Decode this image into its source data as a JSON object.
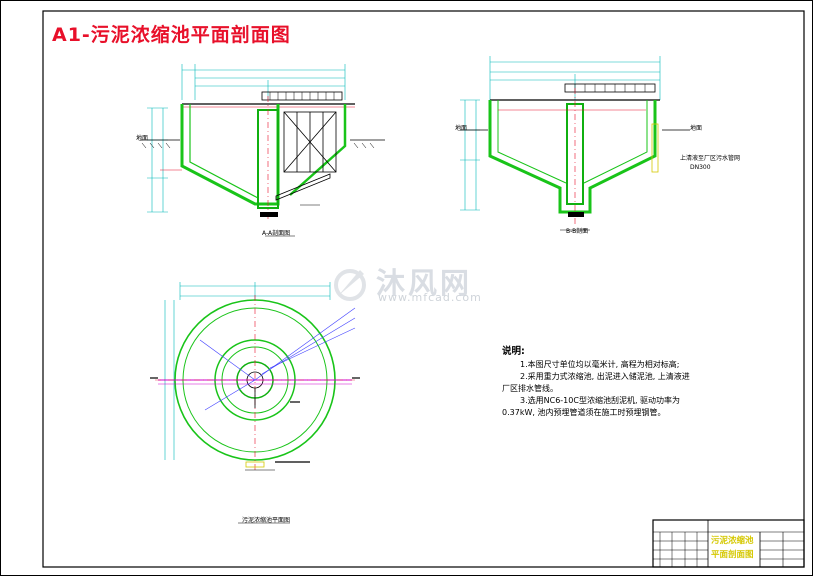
{
  "title": "A1-污泥浓缩池平面剖面图",
  "notes": {
    "heading": "说明:",
    "lines": [
      "1.本图尺寸单位均以毫米计, 高程为相对标高;",
      "2.采用重力式浓缩池, 出泥进入储泥池, 上清液进",
      "厂区排水管线。",
      "3.选用NC6-10C型浓缩池刮泥机, 驱动功率为",
      "0.37kW, 池内预埋管道须在施工时预埋钢管。"
    ]
  },
  "section_labels": {
    "section_a": "A-A剖面图",
    "section_b": "B-B剖面",
    "plan": "污泥浓缩池平面图"
  },
  "side_labels": {
    "supernatant": "上清液至厂区污水管网",
    "pipe": "DN300",
    "ground_left": "地面",
    "ground_mid": "地面",
    "ground_right": "地面"
  },
  "title_block": {
    "drawing_name_line1": "污泥浓缩池",
    "drawing_name_line2": "平面剖面图"
  },
  "watermark": {
    "brand": "沐风网",
    "url": "www.mfcad.com"
  },
  "colors": {
    "title": "#e8102a",
    "wall": "#19c419",
    "concrete": "#10b010",
    "dimension": "#00b8b8",
    "leader": "#4040ff",
    "pipe": "#d000d0",
    "hatch": "#d5c800",
    "line": "#000000"
  }
}
